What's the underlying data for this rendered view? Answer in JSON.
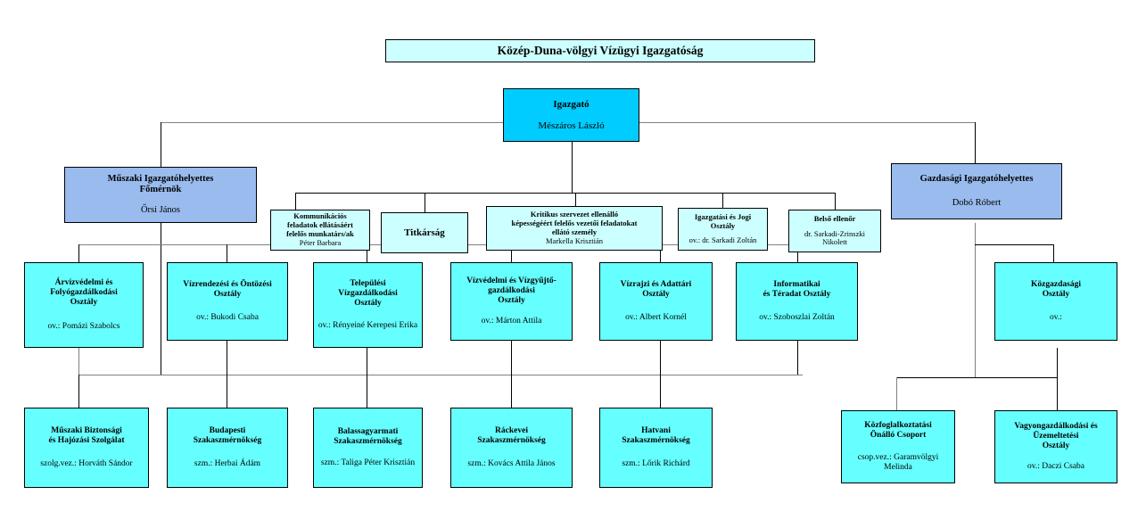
{
  "diagram": {
    "type": "organizational-chart",
    "title": "Közép-Duna-völgyi Vízügyi Igazgatóság",
    "colors": {
      "header": "#ccffff",
      "director": "#00ccff",
      "deputy": "#99bbee",
      "unit": "#66ffff",
      "staff": "#ccffff",
      "line": "#000000",
      "border": "#000000"
    },
    "header": {
      "label": "Közép-Duna-völgyi Vízügyi Igazgatóság"
    },
    "director": {
      "title": "Igazgató",
      "person": "Mészáros László"
    },
    "deputies": [
      {
        "title_line1": "Műszaki Igazgatóhelyettes",
        "title_line2": "Főmérnök",
        "person": "Őrsi János"
      },
      {
        "title_line1": "Gazdasági Igazgatóhelyettes",
        "title_line2": "",
        "person": "Dobó Róbert"
      }
    ],
    "staff_units": [
      {
        "title_line1": "Kommunikációs",
        "title_line2": "feladatok ellátásáért",
        "title_line3": "felelős munkatárs/ak",
        "person": "Péter Barbara"
      },
      {
        "title_line1": "Titkárság",
        "title_line2": "",
        "title_line3": "",
        "person": ""
      },
      {
        "title_line1": "Kritikus szervezet ellenálló",
        "title_line2": "képességéért felelős vezetői feladatokat",
        "title_line3": "ellátó személy",
        "person": "Markella Krisztián"
      },
      {
        "title_line1": "Igazgatási és Jogi",
        "title_line2": "Osztály",
        "title_line3": "",
        "person": "ov.: dr. Sarkadi Zoltán"
      },
      {
        "title_line1": "Belső ellenőr",
        "title_line2": "",
        "title_line3": "",
        "person": "dr. Sarkadi-Zrinszki Nikolett"
      }
    ],
    "departments": [
      {
        "title_line1": "Árvízvédelmi és",
        "title_line2": "Folyógazdálkodási",
        "title_line3": "Osztály",
        "person": "ov.: Pomázi Szabolcs"
      },
      {
        "title_line1": "Vízrendezési és Öntözési",
        "title_line2": "Osztály",
        "title_line3": "",
        "person": "ov.: Bukodi Csaba"
      },
      {
        "title_line1": "Települési",
        "title_line2": "Vízgazdálkodási",
        "title_line3": "Osztály",
        "person": "ov.: Rényeiné Kerepesi Erika"
      },
      {
        "title_line1": "Vízvédelmi és Vízgyűjtő-",
        "title_line2": "gazdálkodási",
        "title_line3": "Osztály",
        "person": "ov.: Márton Attila"
      },
      {
        "title_line1": "Vízrajzi és Adattári",
        "title_line2": "Osztály",
        "title_line3": "",
        "person": "ov.: Albert Kornél"
      },
      {
        "title_line1": "Informatikai",
        "title_line2": "és Téradat Osztály",
        "title_line3": "",
        "person": "ov.: Szoboszlai Zoltán"
      },
      {
        "title_line1": "Közgazdasági",
        "title_line2": "Osztály",
        "title_line3": "",
        "person": "ov.:"
      }
    ],
    "field_units": [
      {
        "title_line1": "Műszaki Biztonsági",
        "title_line2": "és Hajózási Szolgálat",
        "person": "szolg.vez.: Horváth Sándor"
      },
      {
        "title_line1": "Budapesti",
        "title_line2": "Szakaszmérnökség",
        "person": "szm.: Herbai Ádám"
      },
      {
        "title_line1": "Balassagyarmati",
        "title_line2": "Szakaszmérnökség",
        "person": "szm.: Taliga Péter Krisztián"
      },
      {
        "title_line1": "Ráckevei",
        "title_line2": "Szakaszmérnökség",
        "person": "szm.: Kovács Attila János"
      },
      {
        "title_line1": "Hatvani",
        "title_line2": "Szakaszmérnökség",
        "person": "szm.: Lőrik Richárd"
      },
      {
        "title_line1": "Közfoglalkoztatási",
        "title_line2": "Önálló Csoport",
        "person": "csop.vez.: Garamvölgyi Melinda"
      },
      {
        "title_line1": "Vagyongazdálkodási és",
        "title_line2": "Üzemeltetési",
        "title_line3": "Osztály",
        "person": "ov.: Daczi Csaba"
      }
    ]
  }
}
